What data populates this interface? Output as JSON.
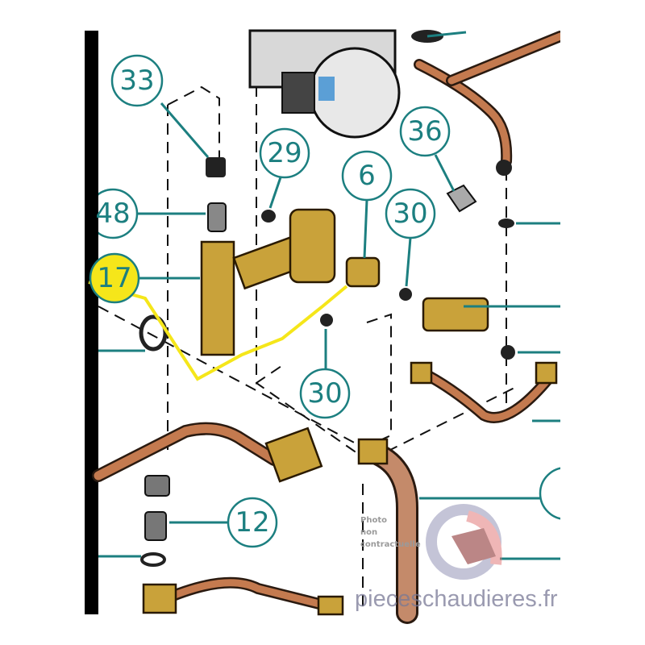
{
  "diagram": {
    "callouts": [
      {
        "id": "c33",
        "label": "33"
      },
      {
        "id": "c29",
        "label": "29"
      },
      {
        "id": "c6",
        "label": "6"
      },
      {
        "id": "c36",
        "label": "36"
      },
      {
        "id": "c30a",
        "label": "30"
      },
      {
        "id": "c48",
        "label": "48"
      },
      {
        "id": "c17",
        "label": "17"
      },
      {
        "id": "c30b",
        "label": "30"
      },
      {
        "id": "c12",
        "label": "12"
      }
    ],
    "highlighted_part": "17",
    "colors": {
      "callout": "#1c7f80",
      "highlight": "#f5e61a",
      "copper": "#c47a4f",
      "brass": "#c9a23a"
    }
  },
  "note": {
    "line1": "Photo",
    "line2": "non",
    "line3": "contractuelle"
  },
  "watermark": "pieceschaudieres.fr"
}
